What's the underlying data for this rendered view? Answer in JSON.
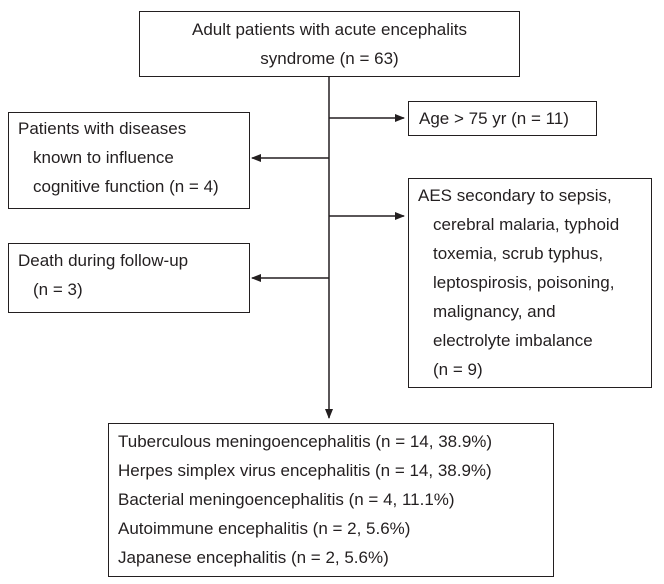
{
  "boxes": {
    "top": [
      "Adult patients with acute encephalits",
      "syndrome (n = 63)"
    ],
    "age": [
      "Age > 75 yr (n = 11)"
    ],
    "diseases": [
      "Patients with diseases",
      "known to influence",
      "cognitive function (n = 4)"
    ],
    "aes": [
      "AES secondary to sepsis,",
      "cerebral malaria, typhoid",
      "toxemia, scrub typhus,",
      "leptospirosis, poisoning,",
      "malignancy, and",
      "electrolyte imbalance",
      "(n = 9)"
    ],
    "death": [
      "Death during follow-up",
      "(n = 3)"
    ],
    "outcome": [
      "Tuberculous meningoencephalitis (n = 14, 38.9%)",
      "Herpes simplex virus encephalitis (n = 14, 38.9%)",
      "Bacterial meningoencephalitis (n = 4, 11.1%)",
      "Autoimmune encephalitis (n = 2, 5.6%)",
      "Japanese encephalitis (n = 2, 5.6%)"
    ]
  }
}
